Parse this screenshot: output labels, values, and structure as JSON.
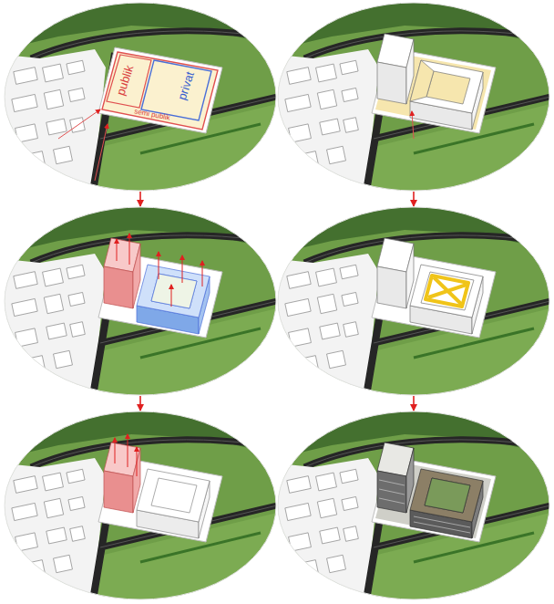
{
  "diagram": {
    "nodes": [
      {
        "text": [
          "privat",
          "publik",
          "semi publik"
        ]
      },
      {
        "text": []
      },
      {
        "text": []
      },
      {
        "text": []
      },
      {
        "text": []
      },
      {
        "text": []
      }
    ],
    "edges": [
      {
        "from": 0,
        "to": 2,
        "arrow": "to"
      },
      {
        "from": 2,
        "to": 4,
        "arrow": "to"
      },
      {
        "from": 1,
        "to": 3,
        "arrow": "to"
      },
      {
        "from": 3,
        "to": 5,
        "arrow": "to"
      }
    ]
  }
}
